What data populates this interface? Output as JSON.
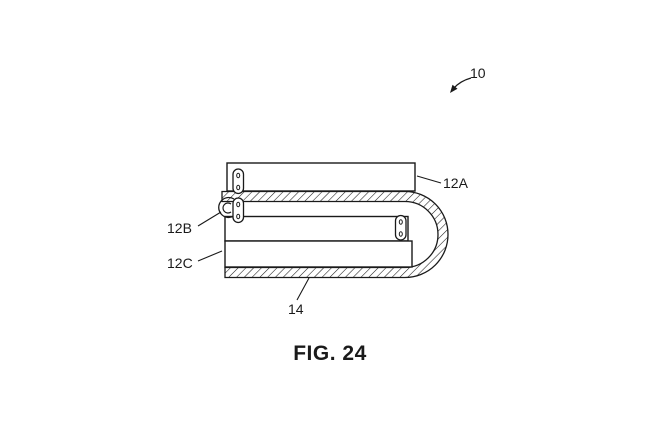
{
  "figure": {
    "caption": "FIG. 24",
    "labels": {
      "device": "10",
      "upper_housing": "12A",
      "middle_portion": "12B",
      "lower_housing": "12C",
      "display_layer": "14"
    },
    "colors": {
      "line": "#1a1a1a",
      "background": "#ffffff"
    }
  }
}
